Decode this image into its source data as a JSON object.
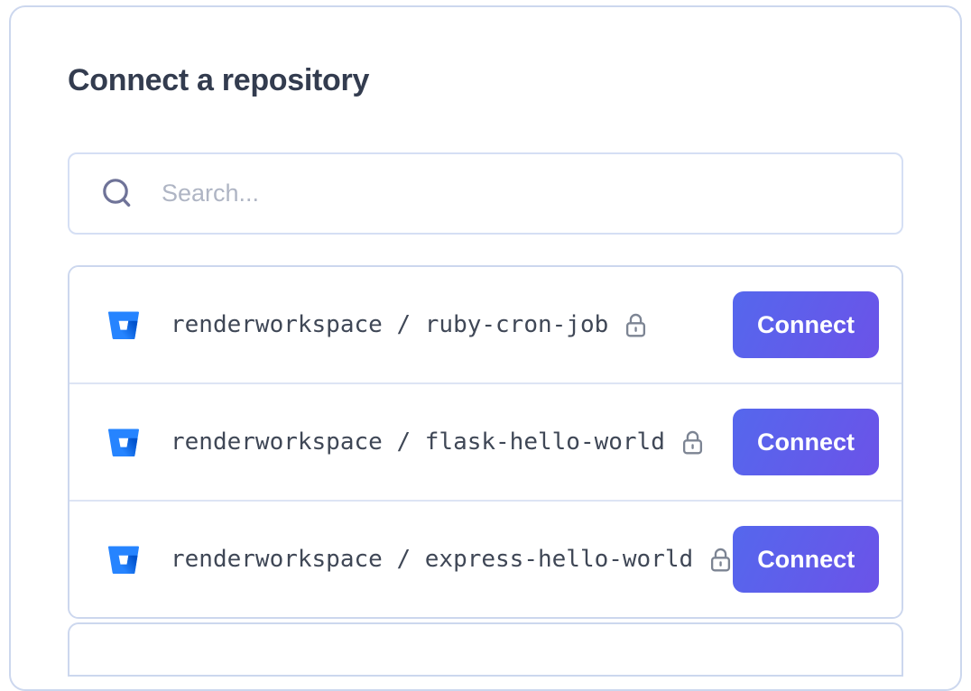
{
  "title": "Connect a repository",
  "search": {
    "placeholder": "Search...",
    "icon": "search-icon"
  },
  "repo_list": {
    "connect_label": "Connect",
    "items": [
      {
        "provider": "bitbucket",
        "provider_icon": "bitbucket-icon",
        "workspace": "renderworkspace",
        "name": "ruby-cron-job",
        "full_name": "renderworkspace / ruby-cron-job",
        "private": true,
        "private_icon": "lock-icon"
      },
      {
        "provider": "bitbucket",
        "provider_icon": "bitbucket-icon",
        "workspace": "renderworkspace",
        "name": "flask-hello-world",
        "full_name": "renderworkspace / flask-hello-world",
        "private": true,
        "private_icon": "lock-icon"
      },
      {
        "provider": "bitbucket",
        "provider_icon": "bitbucket-icon",
        "workspace": "renderworkspace",
        "name": "express-hello-world",
        "full_name": "renderworkspace / express-hello-world",
        "private": true,
        "private_icon": "lock-icon"
      }
    ]
  },
  "colors": {
    "title_text": "#333c4f",
    "repo_text": "#3f4756",
    "placeholder_text": "#afb5c4",
    "card_border": "#ccd7ee",
    "input_border": "#d5dff4",
    "row_divider": "#dde4f4",
    "button_gradient_start": "#5567ed",
    "button_gradient_end": "#6b53e8",
    "bitbucket_blue": "#2684ff",
    "bitbucket_dark_blue": "#0052cc",
    "lock_icon": "#7c8493",
    "search_icon": "#6f7398"
  }
}
